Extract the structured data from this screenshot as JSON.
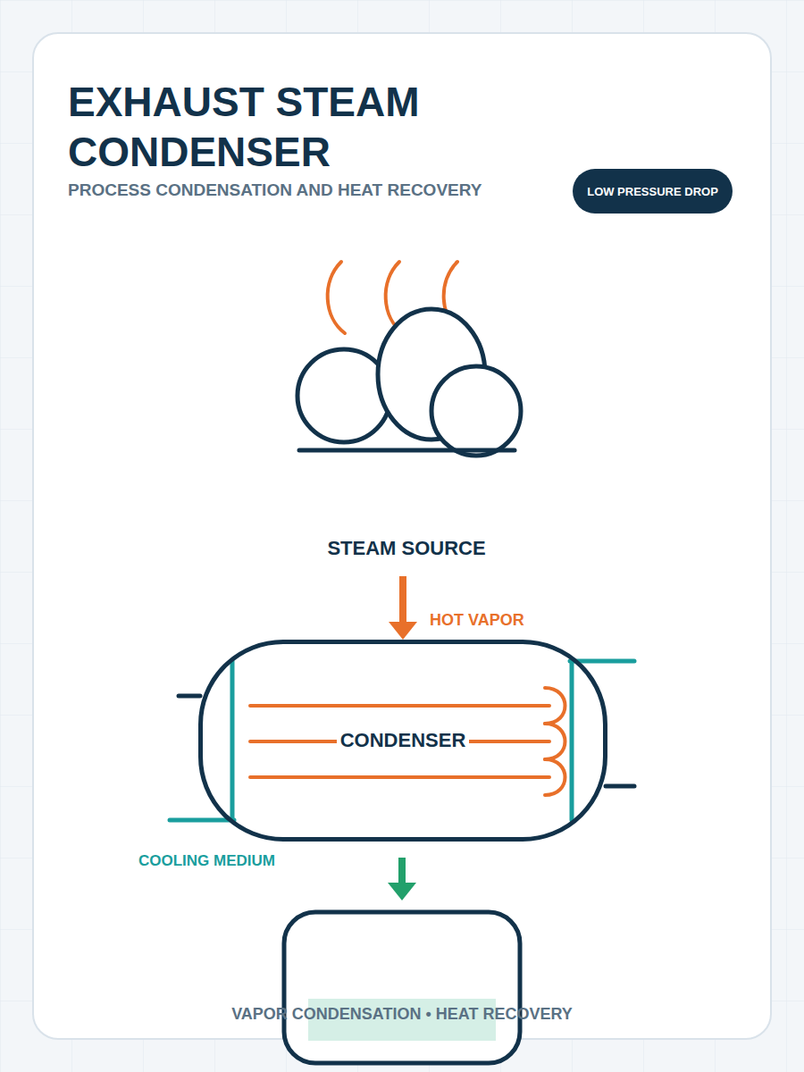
{
  "diagram": {
    "title": "EXHAUST STEAM CONDENSER",
    "caption": "VAPOR CONDENSATION • HEAT RECOVERY",
    "nodes": [
      {
        "text": [
          "LOW PRESSURE DROP"
        ]
      },
      {
        "text": [
          "STEAM SOURCE"
        ]
      },
      {
        "text": [
          "CONDENSER"
        ]
      }
    ],
    "edges": [
      {
        "from": 1,
        "to": 2,
        "label": "HOT VAPOR",
        "arrow": "to"
      }
    ],
    "labels": [
      "PROCESS CONDENSATION AND HEAT RECOVERY",
      "COOLING MEDIUM"
    ]
  }
}
